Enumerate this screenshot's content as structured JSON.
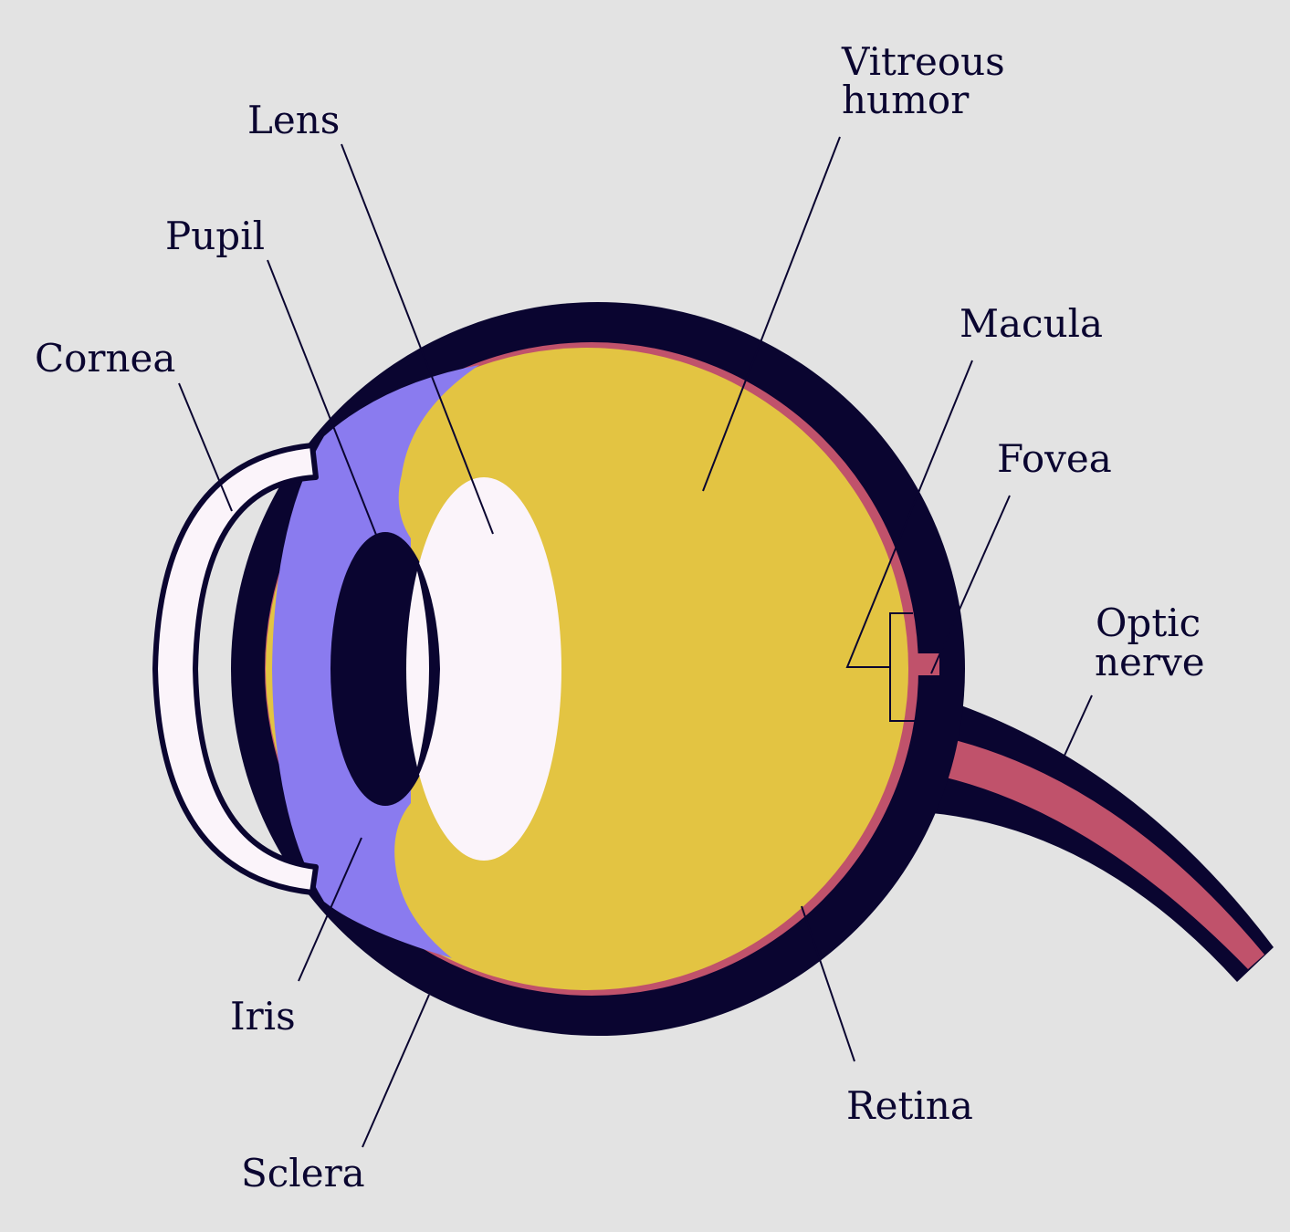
{
  "labels": {
    "vitreous_line1": "Vitreous",
    "vitreous_line2": "humor",
    "lens": "Lens",
    "pupil": "Pupil",
    "cornea": "Cornea",
    "macula": "Macula",
    "fovea": "Fovea",
    "optic_line1": "Optic",
    "optic_line2": "nerve",
    "iris": "Iris",
    "sclera": "Sclera",
    "retina": "Retina"
  },
  "colors": {
    "background": "#e3e3e3",
    "sclera": "#0a0530",
    "vitreous": "#e3c442",
    "retina": "#c0526b",
    "iris": "#8a7bef",
    "lens": "#fbf4fa",
    "cornea": "#fbf4fa",
    "pupil": "#0a0530",
    "text": "#0a0530"
  }
}
